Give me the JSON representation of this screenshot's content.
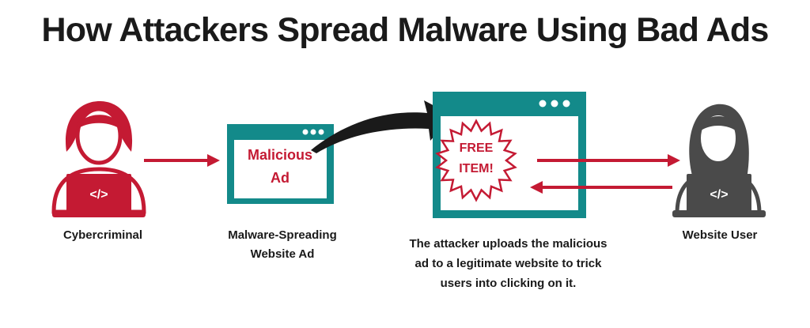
{
  "title": "How Attackers Spread Malware Using Bad Ads",
  "actors": {
    "cybercriminal": {
      "label": "Cybercriminal",
      "laptop_glyph": "</>"
    },
    "website_user": {
      "label": "Website User",
      "laptop_glyph": "</>"
    }
  },
  "ad_window": {
    "text_line1": "Malicious",
    "text_line2": "Ad",
    "caption": "Malware-Spreading Website Ad"
  },
  "site_window": {
    "burst_line1": "FREE",
    "burst_line2": "ITEM!",
    "description": "The attacker uploads the malicious ad to a legitimate website to trick users into clicking on it."
  },
  "colors": {
    "red": "#c41a33",
    "teal": "#138a8a",
    "dark": "#1a1a1a",
    "gray": "#4a4a4a"
  },
  "icons": {
    "cybercriminal": "person-laptop-icon",
    "website_user": "person-laptop-icon",
    "window_dots": "ellipsis-icon",
    "curved_arrow": "curved-arrow-icon",
    "burst": "starburst-icon"
  }
}
